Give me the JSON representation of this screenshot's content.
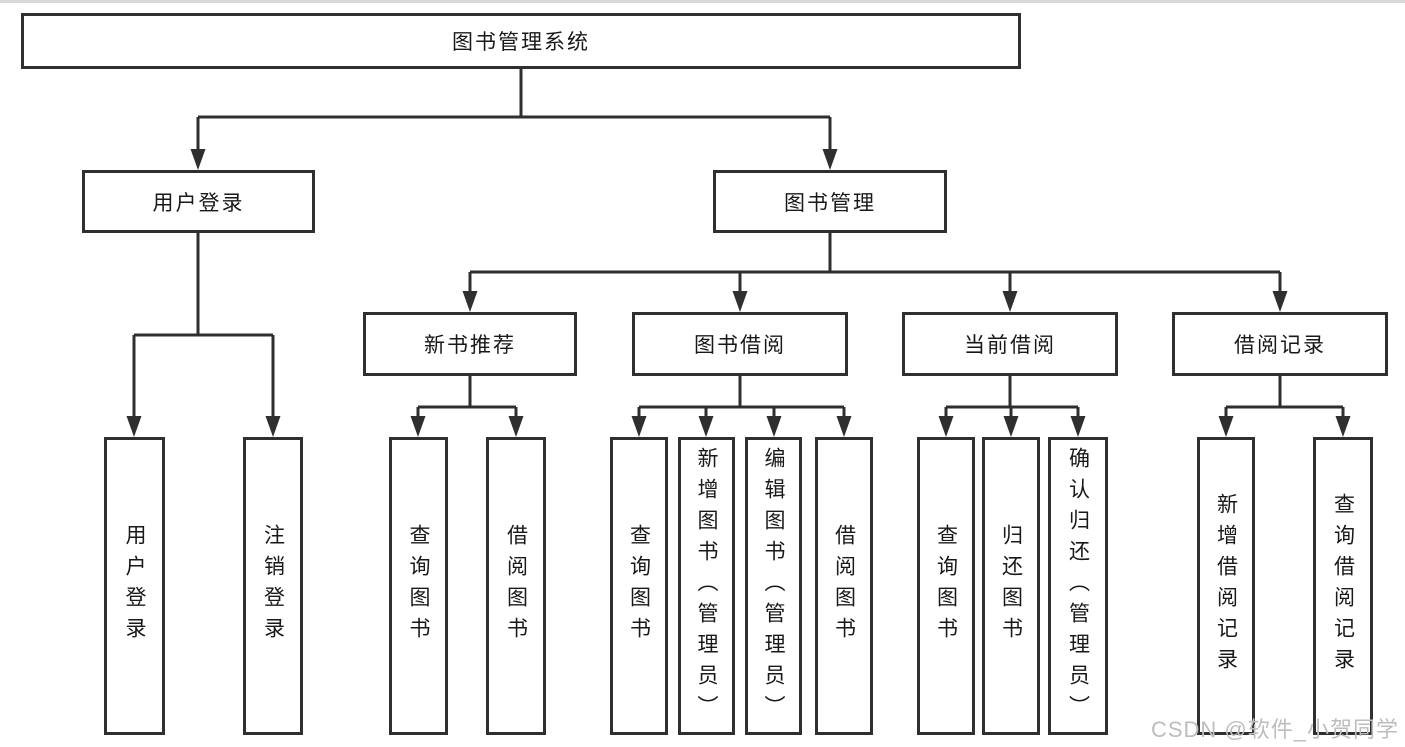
{
  "colors": {
    "line": "#2f2f2f",
    "box_border": "#2f2f2f",
    "box_fill": "#ffffff",
    "text": "#191919",
    "watermark": "#bdbdbd",
    "background": "#ffffff"
  },
  "diagram": {
    "title": "图书管理系统",
    "level2": {
      "user_login": "用户登录",
      "book_management": "图书管理"
    },
    "level3": {
      "new_book": "新书推荐",
      "book_borrow": "图书借阅",
      "current_borrow": "当前借阅",
      "borrow_record": "借阅记录"
    },
    "leaves": {
      "user_login": "用户登录",
      "logout": "注销登录",
      "nb_query": "查询图书",
      "nb_borrow": "借阅图书",
      "bb_query": "查询图书",
      "bb_add": "新增图书（管理员）",
      "bb_edit": "编辑图书（管理员）",
      "bb_borrow": "借阅图书",
      "cb_query": "查询图书",
      "cb_return": "归还图书",
      "cb_confirm": "确认归还（管理员）",
      "br_add": "新增借阅记录",
      "br_query": "查询借阅记录"
    },
    "edges": [
      {
        "from": "图书管理系统",
        "to": [
          "用户登录",
          "图书管理"
        ]
      },
      {
        "from": "用户登录",
        "to": [
          "用户登录",
          "注销登录"
        ]
      },
      {
        "from": "图书管理",
        "to": [
          "新书推荐",
          "图书借阅",
          "当前借阅",
          "借阅记录"
        ]
      },
      {
        "from": "新书推荐",
        "to": [
          "查询图书",
          "借阅图书"
        ]
      },
      {
        "from": "图书借阅",
        "to": [
          "查询图书",
          "新增图书（管理员）",
          "编辑图书（管理员）",
          "借阅图书"
        ]
      },
      {
        "from": "当前借阅",
        "to": [
          "查询图书",
          "归还图书",
          "确认归还（管理员）"
        ]
      },
      {
        "from": "借阅记录",
        "to": [
          "新增借阅记录",
          "查询借阅记录"
        ]
      }
    ]
  },
  "watermark": {
    "text": "CSDN @软件_小贺同学"
  }
}
